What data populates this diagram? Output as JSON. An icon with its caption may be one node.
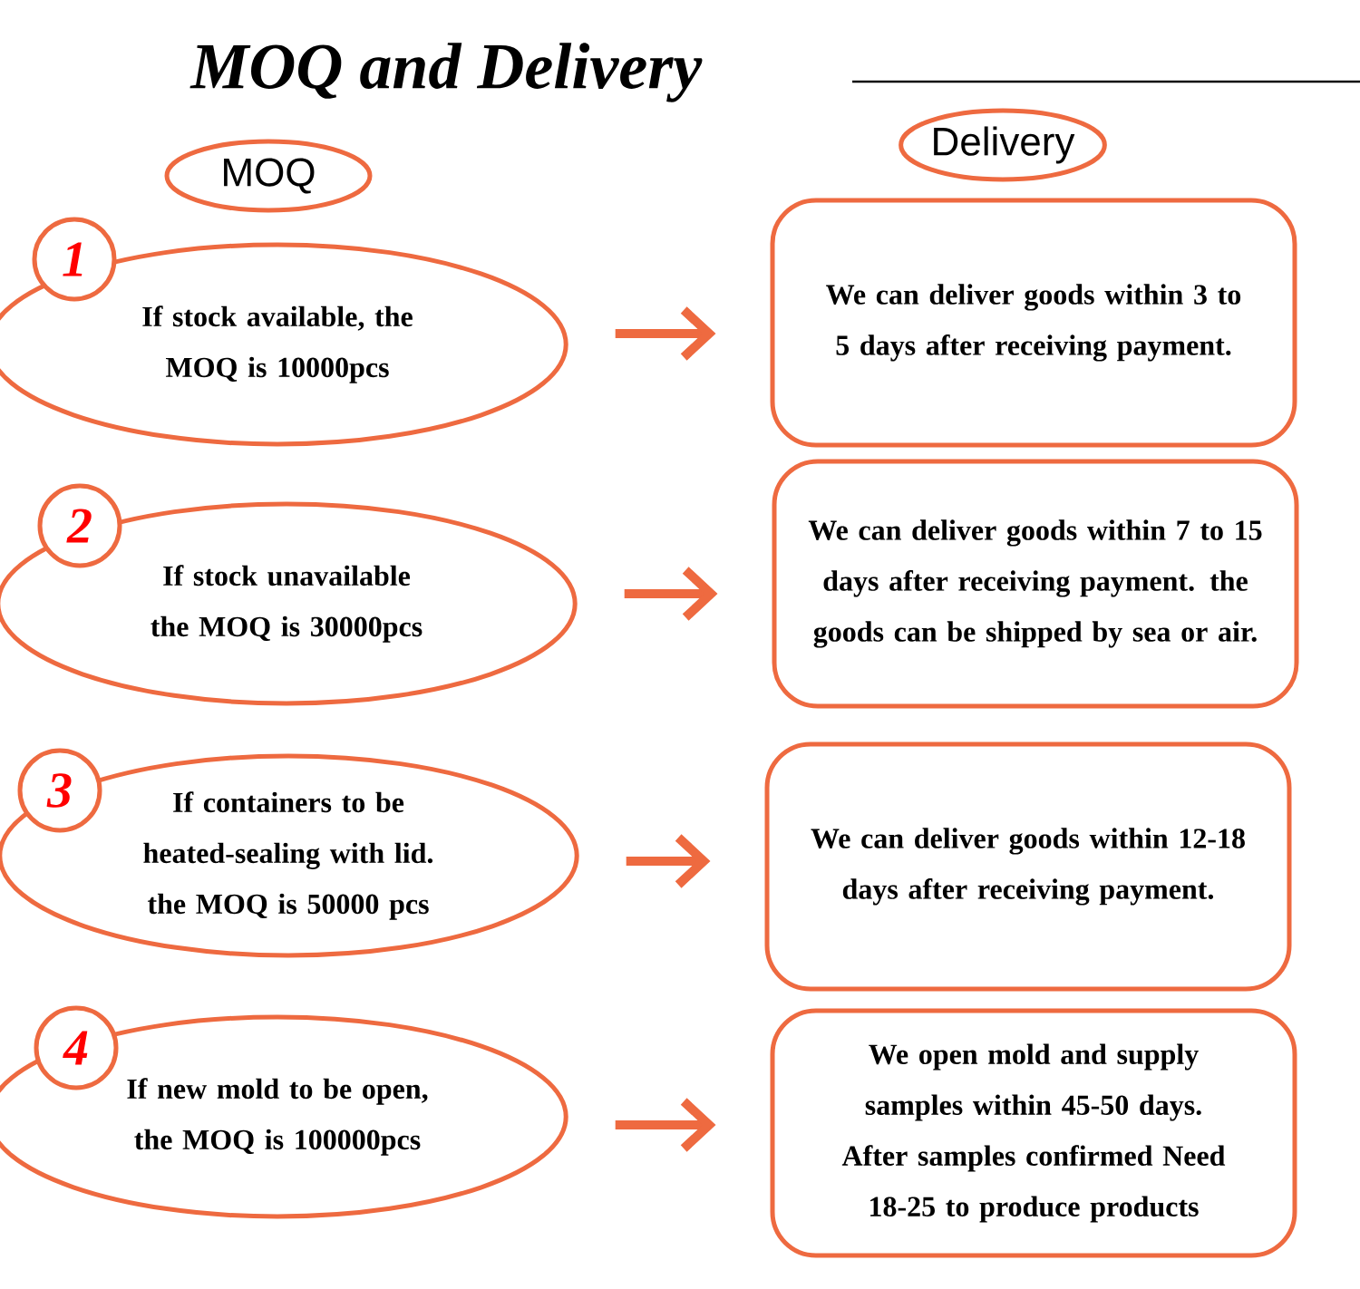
{
  "diagram": {
    "title": "MOQ and Delivery",
    "nodes": [
      {
        "text": [
          "MOQ"
        ]
      },
      {
        "text": [
          "Delivery"
        ]
      },
      {
        "text": [
          "1"
        ]
      },
      {
        "text": [
          "If stock available, the MOQ is 10000pcs"
        ]
      },
      {
        "text": [
          "We can deliver goods within 3 to 5 days after receiving payment."
        ]
      },
      {
        "text": [
          "2"
        ]
      },
      {
        "text": [
          "If stock unavailable the MOQ is 30000pcs"
        ]
      },
      {
        "text": [
          "We can deliver goods within 7 to 15 days after receiving payment. the goods can be shipped by sea or air."
        ]
      },
      {
        "text": [
          "3"
        ]
      },
      {
        "text": [
          "If containers to be heated-sealing with lid. the MOQ is 50000 pcs"
        ]
      },
      {
        "text": [
          "We can deliver goods within 12-18 days after receiving payment."
        ]
      },
      {
        "text": [
          "4"
        ]
      },
      {
        "text": [
          "If new mold to be open, the MOQ is 100000pcs"
        ]
      },
      {
        "text": [
          "We open mold and supply samples within 45-50 days. After samples confirmed Need 18-25 to produce products"
        ]
      }
    ],
    "edges": [
      {
        "from": 3,
        "to": 4,
        "arrow": "to"
      },
      {
        "from": 6,
        "to": 7,
        "arrow": "to"
      },
      {
        "from": 9,
        "to": 10,
        "arrow": "to"
      },
      {
        "from": 12,
        "to": 13,
        "arrow": "to"
      }
    ]
  }
}
